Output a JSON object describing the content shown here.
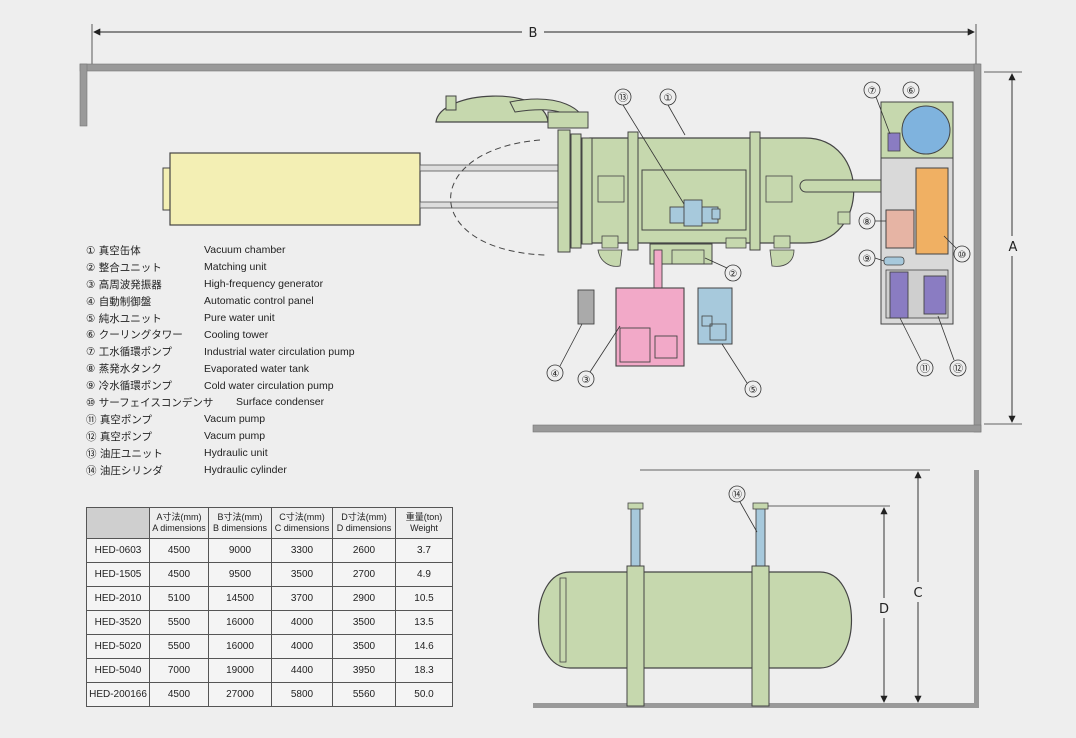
{
  "dimension_labels": {
    "A": "A",
    "B": "B",
    "C": "C",
    "D": "D"
  },
  "legend": [
    {
      "num": "①",
      "jp": "真空缶体",
      "en": "Vacuum chamber"
    },
    {
      "num": "②",
      "jp": "整合ユニット",
      "en": "Matching unit"
    },
    {
      "num": "③",
      "jp": "高周波発振器",
      "en": "High-frequency generator"
    },
    {
      "num": "④",
      "jp": "自動制御盤",
      "en": "Automatic control panel"
    },
    {
      "num": "⑤",
      "jp": "純水ユニット",
      "en": "Pure water unit"
    },
    {
      "num": "⑥",
      "jp": "クーリングタワー",
      "en": "Cooling tower"
    },
    {
      "num": "⑦",
      "jp": "工水循環ポンプ",
      "en": "Industrial water circulation pump"
    },
    {
      "num": "⑧",
      "jp": "蒸発水タンク",
      "en": "Evaporated water tank"
    },
    {
      "num": "⑨",
      "jp": "冷水循環ポンプ",
      "en": "Cold water circulation pump"
    },
    {
      "num": "⑩",
      "jp": "サーフェイスコンデンサ",
      "en": "Surface condenser"
    },
    {
      "num": "⑪",
      "jp": "真空ポンプ",
      "en": "Vacum pump"
    },
    {
      "num": "⑫",
      "jp": "真空ポンプ",
      "en": "Vacum pump"
    },
    {
      "num": "⑬",
      "jp": "油圧ユニット",
      "en": "Hydraulic unit"
    },
    {
      "num": "⑭",
      "jp": "油圧シリンダ",
      "en": "Hydraulic cylinder"
    }
  ],
  "callouts": {
    "c1": "①",
    "c2": "②",
    "c3": "③",
    "c4": "④",
    "c5": "⑤",
    "c6": "⑥",
    "c7": "⑦",
    "c8": "⑧",
    "c9": "⑨",
    "c10": "⑩",
    "c11": "⑪",
    "c12": "⑫",
    "c13": "⑬",
    "c14": "⑭"
  },
  "spec_table": {
    "headers": [
      {
        "jp": "A寸法(mm)",
        "en": "A dimensions"
      },
      {
        "jp": "B寸法(mm)",
        "en": "B dimensions"
      },
      {
        "jp": "C寸法(mm)",
        "en": "C dimensions"
      },
      {
        "jp": "D寸法(mm)",
        "en": "D dimensions"
      },
      {
        "jp": "重量(ton)",
        "en": "Weight"
      }
    ],
    "rows": [
      {
        "model": "HED-0603",
        "a": "4500",
        "b": "9000",
        "c": "3300",
        "d": "2600",
        "w": "3.7"
      },
      {
        "model": "HED-1505",
        "a": "4500",
        "b": "9500",
        "c": "3500",
        "d": "2700",
        "w": "4.9"
      },
      {
        "model": "HED-2010",
        "a": "5100",
        "b": "14500",
        "c": "3700",
        "d": "2900",
        "w": "10.5"
      },
      {
        "model": "HED-3520",
        "a": "5500",
        "b": "16000",
        "c": "4000",
        "d": "3500",
        "w": "13.5"
      },
      {
        "model": "HED-5020",
        "a": "5500",
        "b": "16000",
        "c": "4000",
        "d": "3500",
        "w": "14.6"
      },
      {
        "model": "HED-5040",
        "a": "7000",
        "b": "19000",
        "c": "4400",
        "d": "3950",
        "w": "18.3"
      },
      {
        "model": "HED-200166",
        "a": "4500",
        "b": "27000",
        "c": "5800",
        "d": "5560",
        "w": "50.0"
      }
    ]
  },
  "colors": {
    "chamber": "#c6d8ae",
    "cylinder": "#f3efb4",
    "generator": "#f2a9c8",
    "pure_water": "#a7c9dc",
    "tower": "#7fb3de",
    "condenser": "#f0b063",
    "tank": "#e6b4a4",
    "pump": "#8a7cc2",
    "wall": "#999999"
  }
}
